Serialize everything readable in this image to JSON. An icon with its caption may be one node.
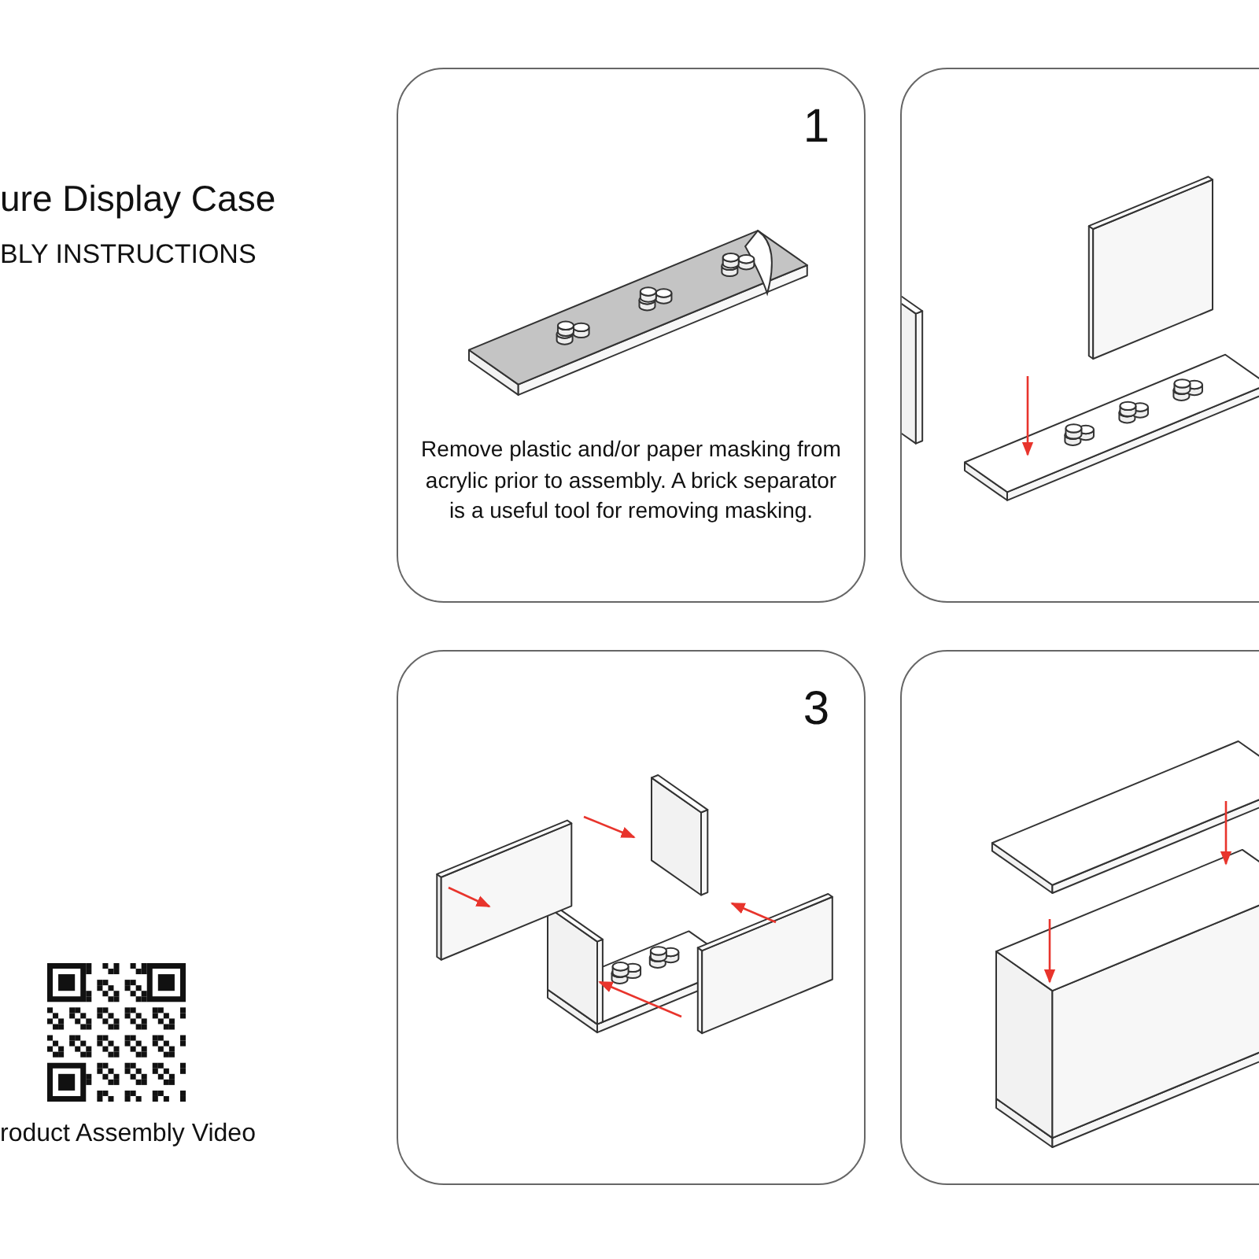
{
  "diagram": {
    "nodes": [
      {
        "text": [
          "1",
          "Remove plastic and/or paper masking from acrylic prior to assembly. A brick separator is a useful tool for removing masking."
        ]
      },
      {
        "text": [],
        "shape": "box"
      },
      {
        "text": [
          "3"
        ]
      },
      {
        "text": [],
        "shape": "box"
      }
    ],
    "edges": [],
    "labels": [
      "ure Display Case",
      "BLY INSTRUCTIONS",
      "roduct Assembly Video"
    ]
  }
}
